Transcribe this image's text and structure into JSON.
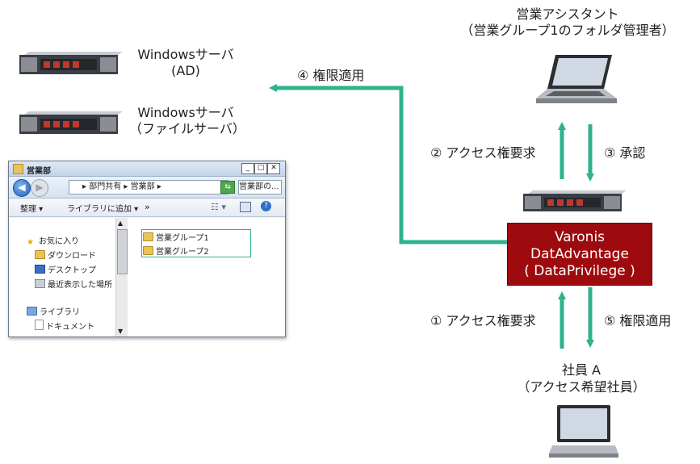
{
  "sales_assistant": {
    "line1": "営業アシスタント",
    "line2": "（営業グループ1のフォルダ管理者）"
  },
  "server_ad": {
    "line1": "Windowsサーバ",
    "line2": "(AD)"
  },
  "server_file": {
    "line1": "Windowsサーバ",
    "line2": "（ファイルサーバ）"
  },
  "varonis": {
    "line1": "Varonis",
    "line2": "DatAdvantage",
    "line3": "( DataPrivilege )"
  },
  "employee": {
    "line1": "社員 A",
    "line2": "（アクセス希望社員）"
  },
  "arrows": {
    "step4": "④ 権限適用",
    "step2": "② アクセス権要求",
    "step3": "③ 承認",
    "step1": "① アクセス権要求",
    "step5": "⑤ 権限適用"
  },
  "explorer": {
    "title": "営業部",
    "path_root": "部門共有",
    "path_sep": "▸",
    "path_leaf": "営業部",
    "search_placeholder": "営業部の...",
    "cmd_organize": "整理",
    "cmd_add_library": "ライブラリに追加",
    "cmd_more": "»",
    "nav": [
      "お気に入り",
      "ダウンロード",
      "デスクトップ",
      "最近表示した場所",
      "ライブラリ",
      "ドキュメント"
    ],
    "folders": [
      "営業グループ1",
      "営業グループ2"
    ]
  },
  "colors": {
    "arrow": "#2fb28d",
    "varonis": "#9e0b0f",
    "highlight": "#2fb28d"
  }
}
